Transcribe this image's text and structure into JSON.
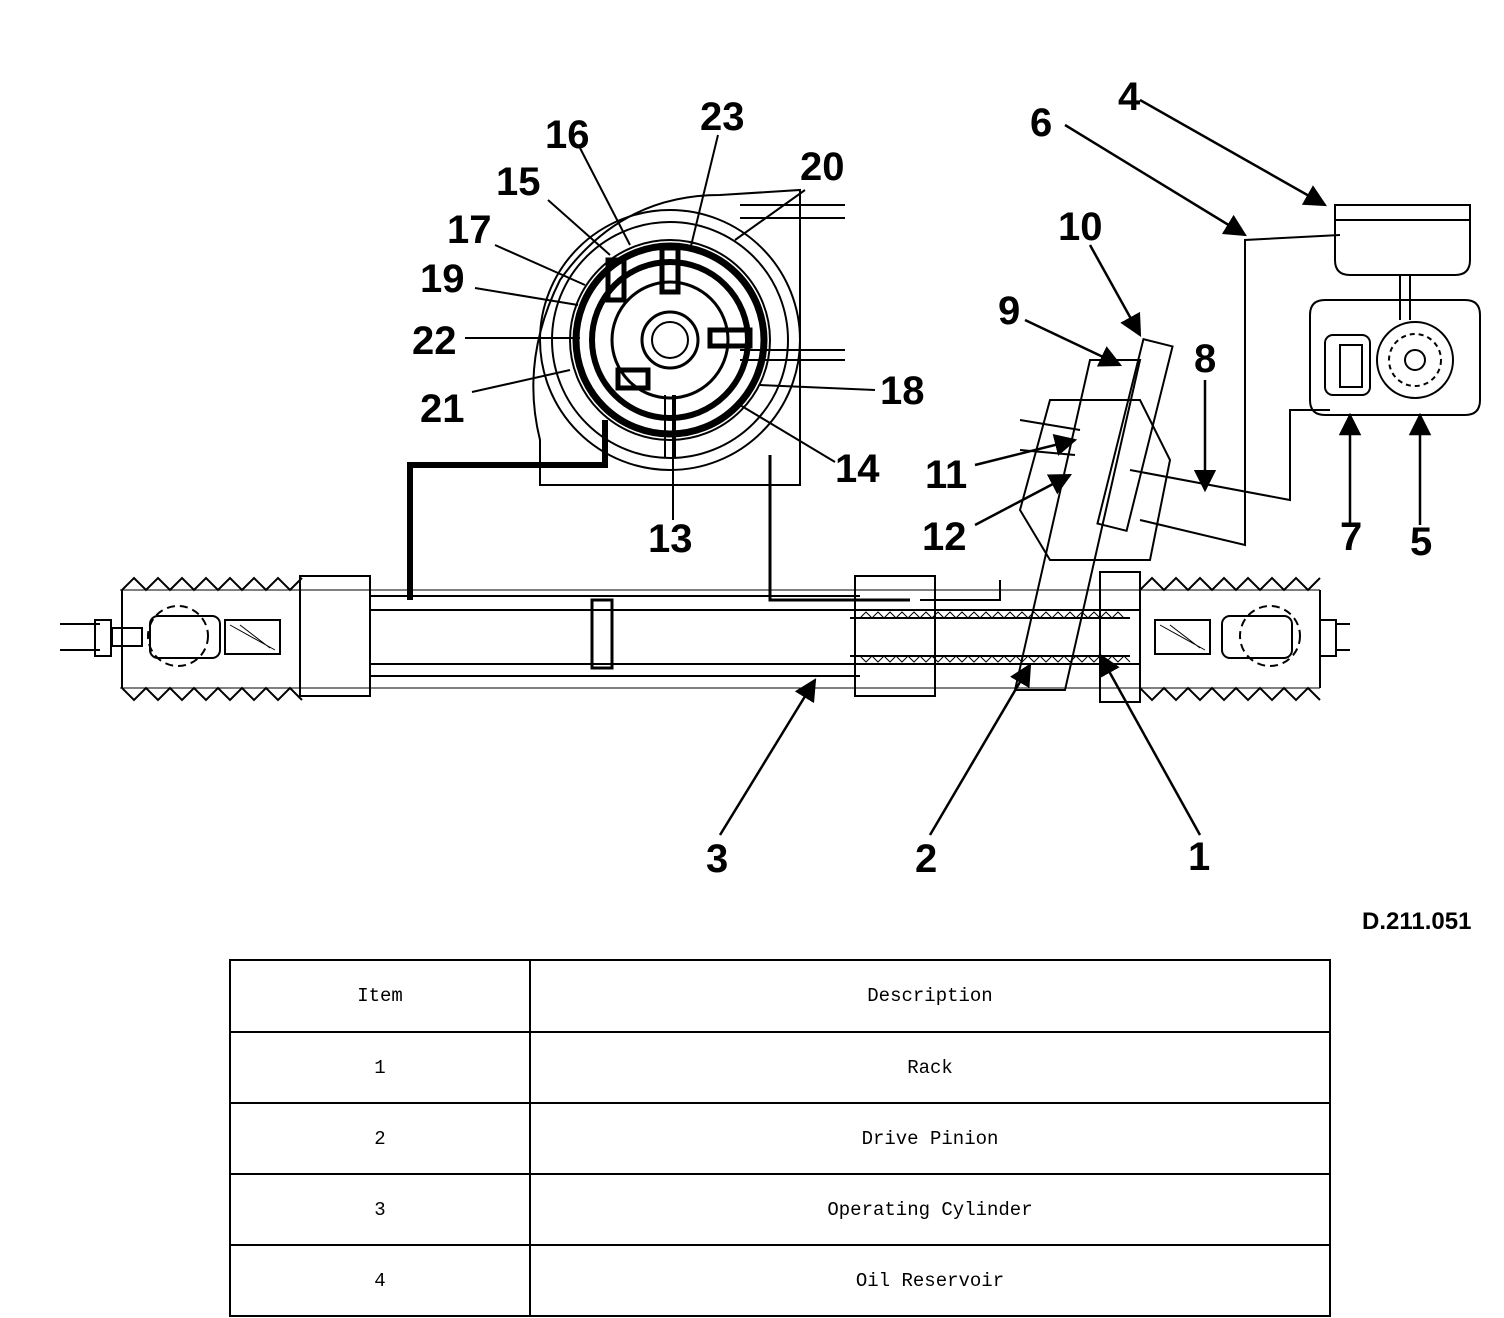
{
  "diagram": {
    "callouts": [
      "1",
      "2",
      "3",
      "4",
      "5",
      "6",
      "7",
      "8",
      "9",
      "10",
      "11",
      "12",
      "13",
      "14",
      "15",
      "16",
      "17",
      "18",
      "19",
      "20",
      "21",
      "22",
      "23"
    ],
    "reference": "D.211.051"
  },
  "table": {
    "headers": [
      "Item",
      "Description"
    ],
    "rows": [
      {
        "item": "1",
        "description": "Rack"
      },
      {
        "item": "2",
        "description": "Drive Pinion"
      },
      {
        "item": "3",
        "description": "Operating Cylinder"
      },
      {
        "item": "4",
        "description": "Oil Reservoir"
      }
    ]
  }
}
